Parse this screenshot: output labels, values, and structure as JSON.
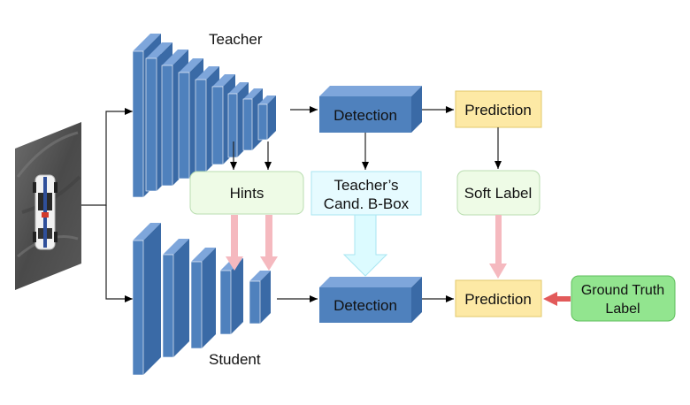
{
  "labels": {
    "teacher": "Teacher",
    "student": "Student",
    "hints": "Hints",
    "detection_teacher": "Detection",
    "detection_student": "Detection",
    "prediction_teacher": "Prediction",
    "prediction_student": "Prediction",
    "soft_label": "Soft Label",
    "teacher_cand_line1": "Teacher’s",
    "teacher_cand_line2": "Cand. B-Box",
    "ground_truth_line1": "Ground Truth",
    "ground_truth_line2": "Label"
  },
  "colors": {
    "layer_front": "#4f81bd",
    "layer_top": "#7ea6db",
    "layer_side": "#3a6aa6",
    "hints_fill": "#eefbe6",
    "hints_stroke": "#b9ddb0",
    "cand_fill": "#e6fbff",
    "cand_stroke": "#a8e6f2",
    "prediction_fill": "#fde9a5",
    "prediction_stroke": "#e2c86a",
    "ground_truth_fill": "#92e58f",
    "ground_truth_stroke": "#5fbf5c",
    "pink_arrow": "#f5b9bf",
    "red_arrow": "#e25a5a",
    "cyan_arrow": "#dcfbff"
  }
}
